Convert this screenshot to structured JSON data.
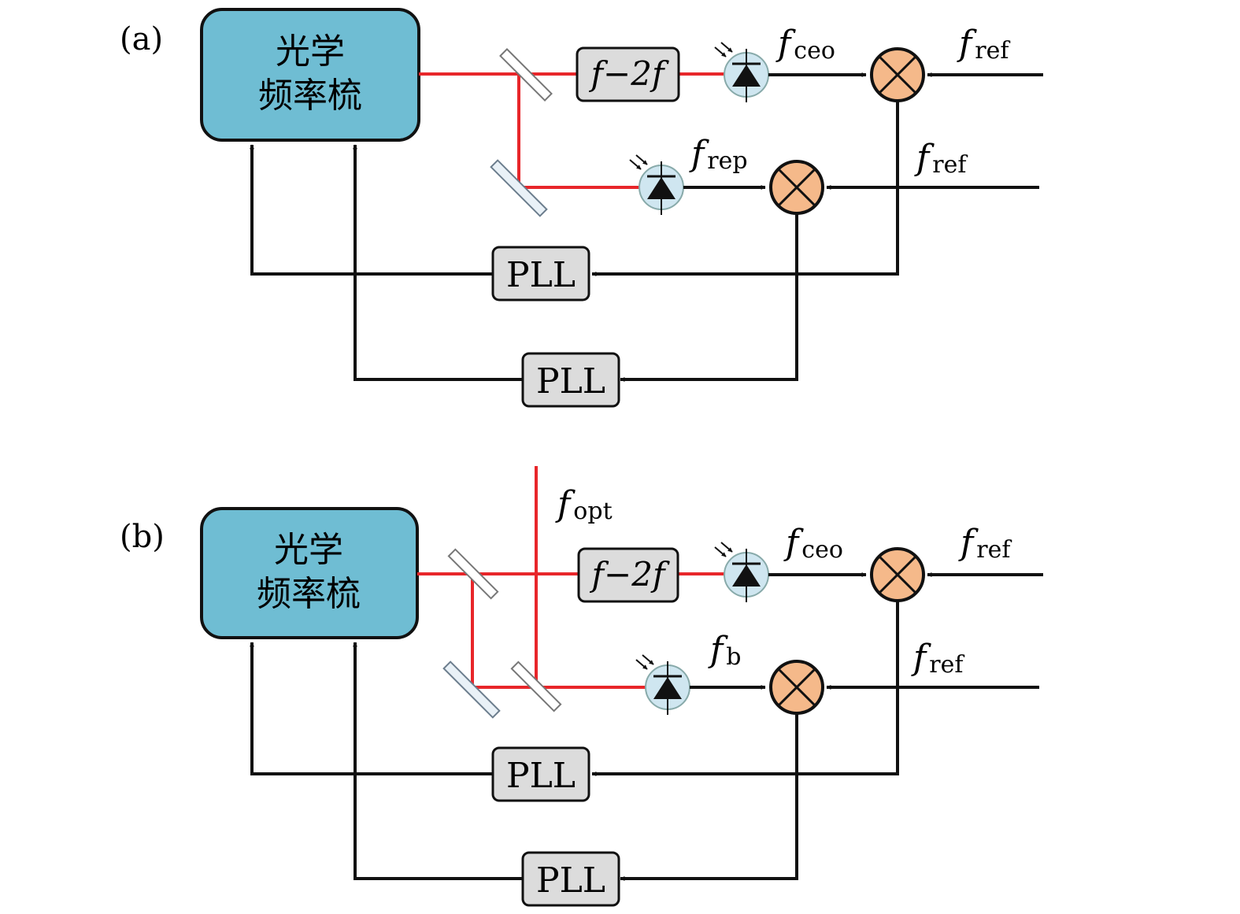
{
  "panels": [
    {
      "tag": "(a)",
      "comb_line1": "光学",
      "comb_line2": "频率梳",
      "f2f": "f−2f",
      "f_ceo": {
        "f": "f",
        "sub": "ceo"
      },
      "f_ref_top": {
        "f": "f",
        "sub": "ref"
      },
      "f_rep": {
        "f": "f",
        "sub": "rep"
      },
      "f_ref_bottom": {
        "f": "f",
        "sub": "ref"
      },
      "pll_upper": "PLL",
      "pll_lower": "PLL"
    },
    {
      "tag": "(b)",
      "comb_line1": "光学",
      "comb_line2": "频率梳",
      "f2f": "f−2f",
      "f_opt": {
        "f": "f",
        "sub": "opt"
      },
      "f_ceo": {
        "f": "f",
        "sub": "ceo"
      },
      "f_ref_top": {
        "f": "f",
        "sub": "ref"
      },
      "f_b": {
        "f": "f",
        "sub": "b"
      },
      "f_ref_bottom": {
        "f": "f",
        "sub": "ref"
      },
      "pll_upper": "PLL",
      "pll_lower": "PLL"
    }
  ],
  "colors": {
    "comb": "#6fbdd3",
    "laser": "#e8262a",
    "mixer": "#f5b98a",
    "box": "#dcdcdc",
    "detector": "#cfe6f0"
  },
  "icons": [
    "beam-splitter-icon",
    "mirror-icon",
    "photodiode-icon",
    "mixer-icon",
    "arrowhead-icon"
  ]
}
